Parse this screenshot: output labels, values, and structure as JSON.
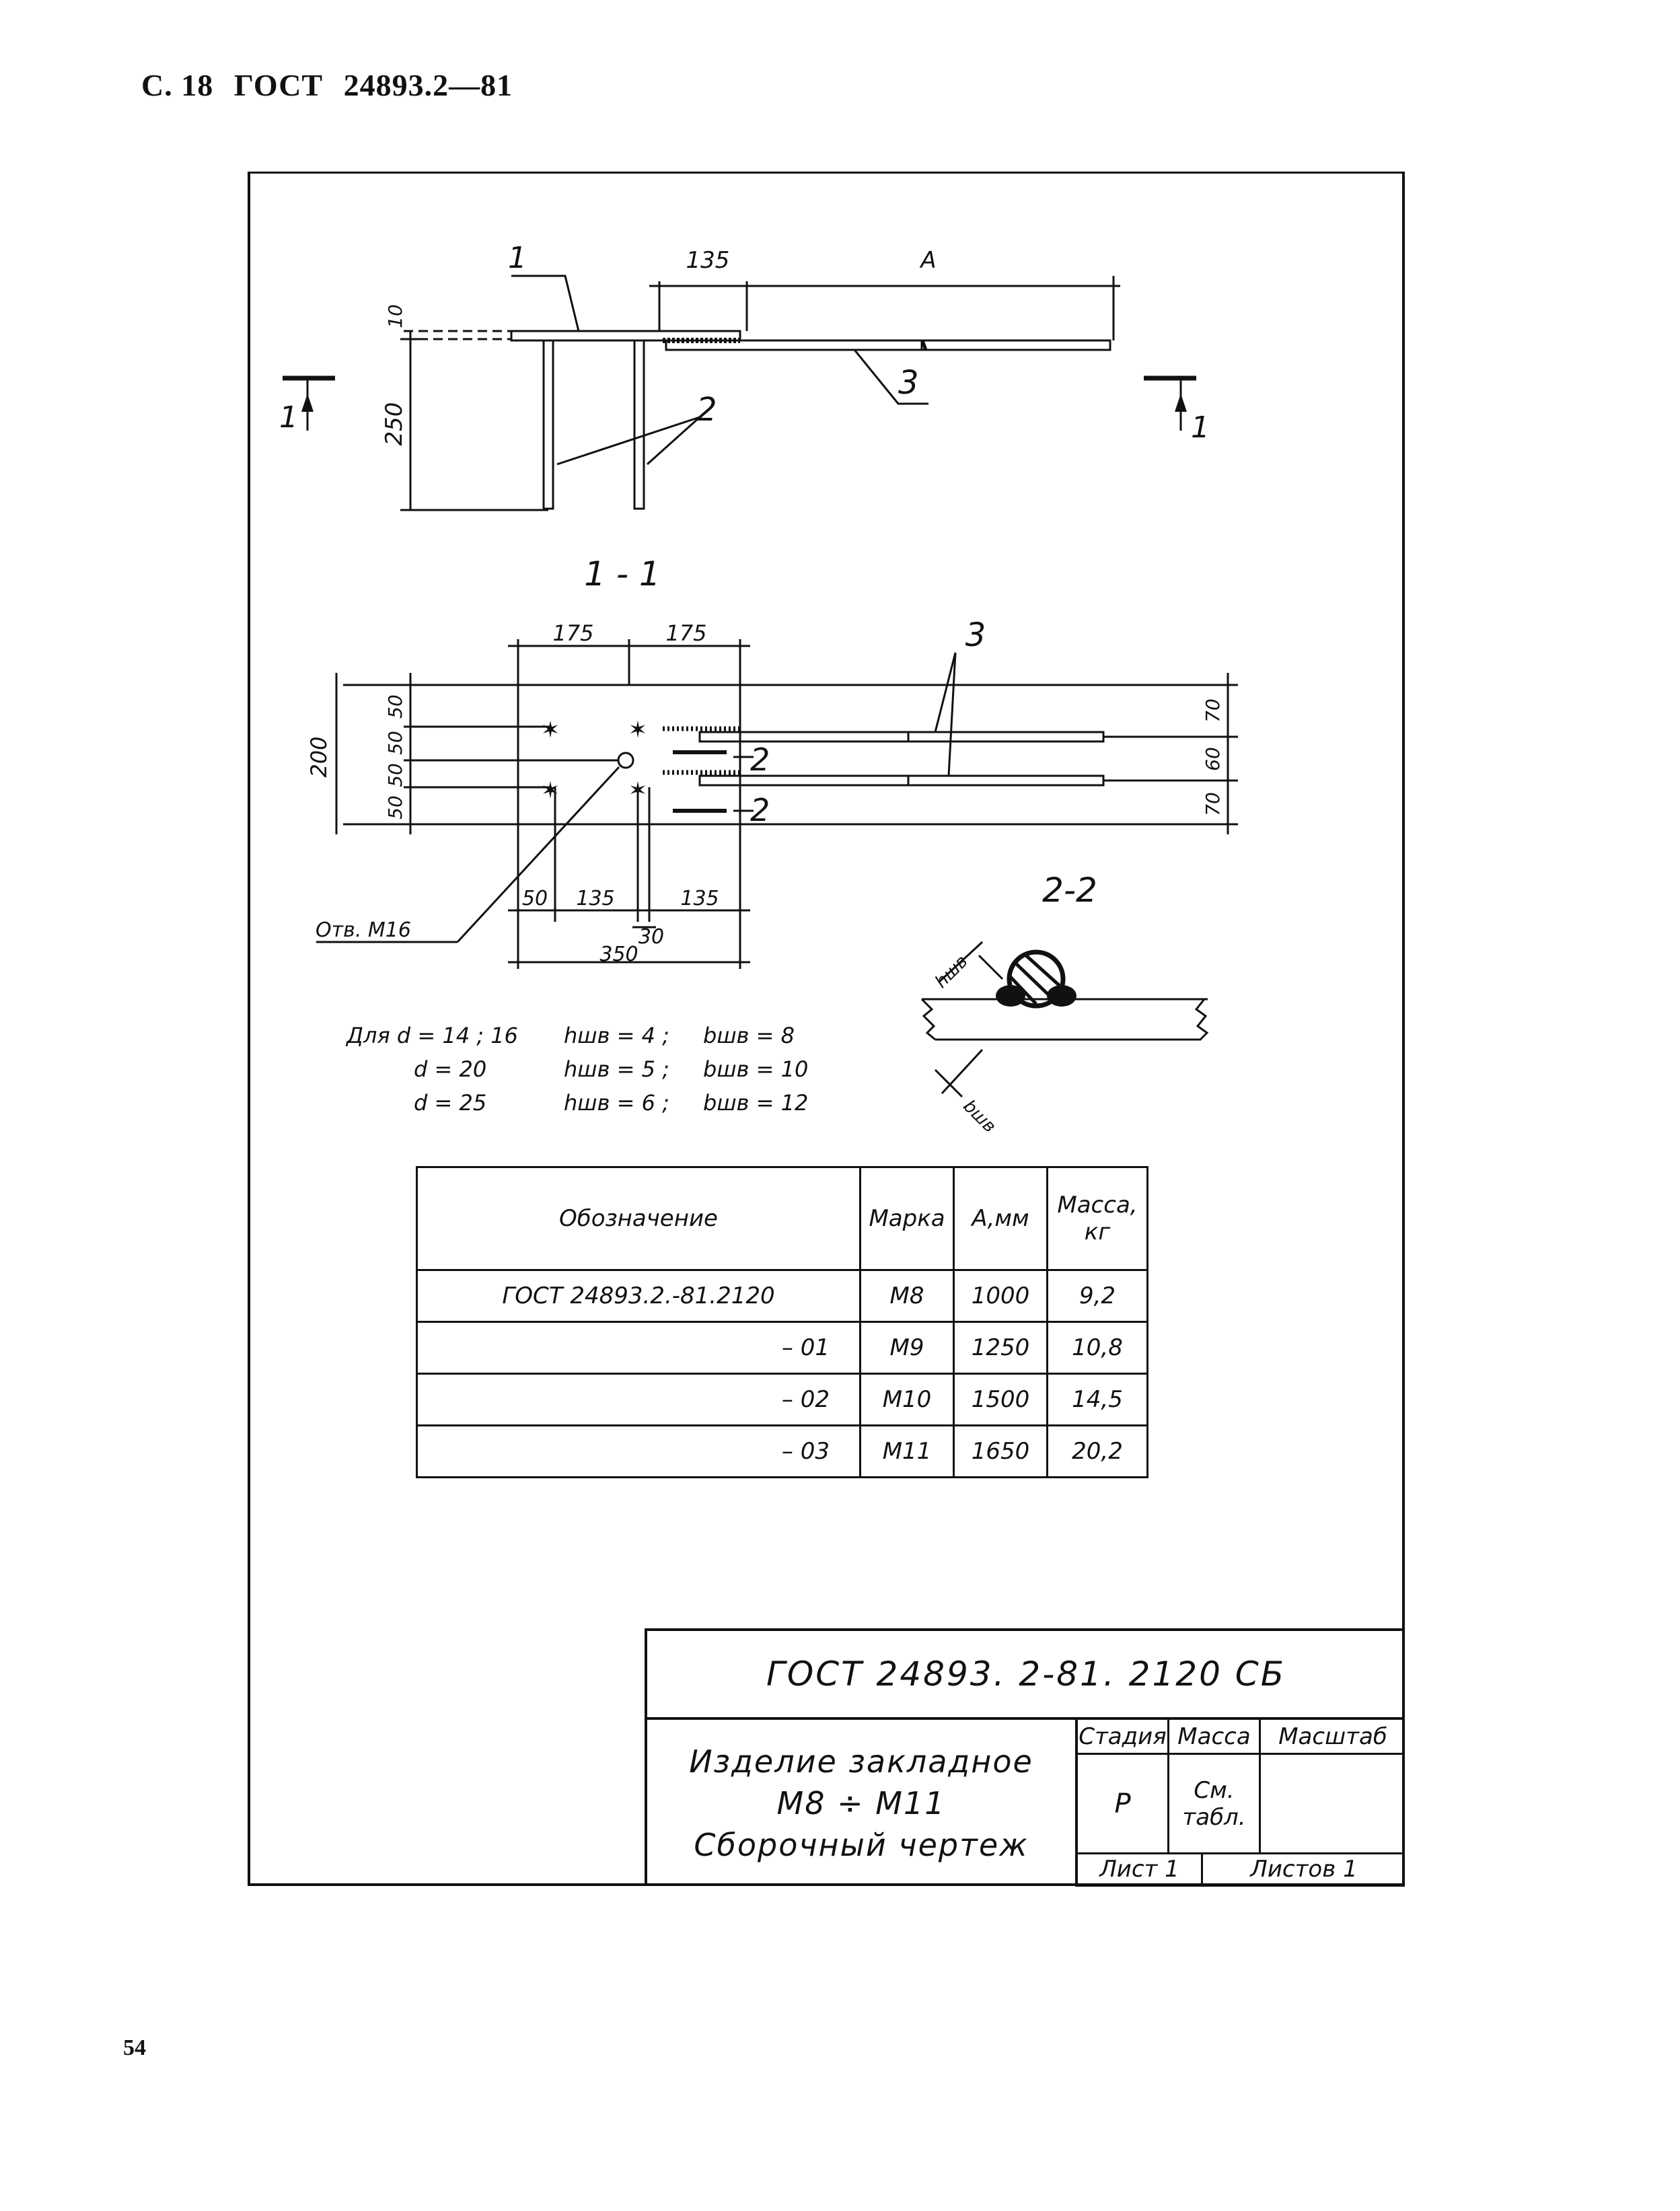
{
  "header": {
    "page": "С. 18",
    "standard": "ГОСТ",
    "number": "24893.2—81"
  },
  "drawing": {
    "elevation": {
      "dim_135": "135",
      "dim_A": "A",
      "dim_10": "10",
      "dim_250": "250",
      "pos_1": "1",
      "pos_2": "2",
      "pos_3": "3",
      "section_left": "1",
      "section_right": "1"
    },
    "plan": {
      "title": "1 - 1",
      "dim_175_left": "175",
      "dim_175_right": "175",
      "pos_3": "3",
      "dim_200": "200",
      "dims_left": [
        "50",
        "50",
        "50",
        "50"
      ],
      "dims_right": [
        "70",
        "60",
        "70"
      ],
      "pos_2_upper": "2",
      "pos_2_lower": "2",
      "bottom_dims": [
        "50",
        "135",
        "135"
      ],
      "dim_30": "30",
      "dim_350": "350",
      "hole_label": "Отв. М16"
    },
    "section22": {
      "title": "2-2",
      "h_label": "hшв",
      "b_label": "bшв"
    },
    "weld_notes": [
      {
        "d": "Для   d = 14 ; 16",
        "h": "hшв = 4 ;",
        "b": "bшв = 8"
      },
      {
        "d": "d = 20",
        "h": "hшв = 5 ;",
        "b": "bшв = 10"
      },
      {
        "d": "d = 25",
        "h": "hшв = 6 ;",
        "b": "bшв = 12"
      }
    ]
  },
  "spec_table": {
    "headers": [
      "Обозначение",
      "Марка",
      "А,мм",
      "Масса, кг"
    ],
    "rows": [
      [
        "ГОСТ 24893.2.-81.2120",
        "М8",
        "1000",
        "9,2"
      ],
      [
        "– 01",
        "М9",
        "1250",
        "10,8"
      ],
      [
        "– 02",
        "М10",
        "1500",
        "14,5"
      ],
      [
        "– 03",
        "М11",
        "1650",
        "20,2"
      ]
    ]
  },
  "title_block": {
    "code": "ГОСТ 24893. 2-81. 2120 СБ",
    "name_line1": "Изделие закладное",
    "name_line2": "М8 ÷ М11",
    "name_line3": "Сборочный чертеж",
    "col_stage": "Стадия",
    "col_mass": "Масса",
    "col_scale": "Масштаб",
    "stage_value": "Р",
    "mass_value": "См. табл.",
    "sheet": "Лист 1",
    "sheets": "Листов 1"
  },
  "page_number": "54"
}
